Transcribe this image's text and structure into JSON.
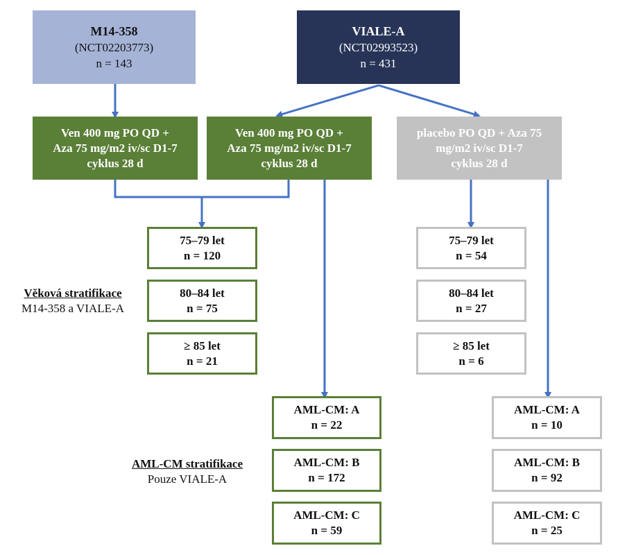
{
  "studies": {
    "m14": {
      "title": "M14-358",
      "id": "(NCT02203773)",
      "n": "n = 143"
    },
    "viale": {
      "title": "VIALE-A",
      "id": "(NCT02993523)",
      "n": "n = 431"
    }
  },
  "arms": {
    "ven_m14": {
      "line1": "Ven 400 mg PO QD +",
      "line2": "Aza 75 mg/m2 iv/sc D1-7",
      "line3": "cyklus 28 d"
    },
    "ven_viale": {
      "line1": "Ven 400 mg PO QD +",
      "line2": "Aza 75 mg/m2 iv/sc D1-7",
      "line3": "cyklus 28 d"
    },
    "placebo": {
      "line1": "placebo PO QD + Aza 75",
      "line2": "mg/m2 iv/sc D1-7",
      "line3": "cyklus 28 d"
    }
  },
  "age_labels": {
    "title": "Věková stratifikace",
    "subtitle": "M14-358 a VIALE-A"
  },
  "amlcm_labels": {
    "title": "AML-CM stratifikace",
    "subtitle": "Pouze VIALE-A"
  },
  "age_ven": [
    {
      "group": "75–79 let",
      "n": "n = 120"
    },
    {
      "group": "80–84 let",
      "n": "n = 75"
    },
    {
      "group": "≥ 85 let",
      "n": "n = 21"
    }
  ],
  "age_placebo": [
    {
      "group": "75–79 let",
      "n": "n = 54"
    },
    {
      "group": "80–84 let",
      "n": "n = 27"
    },
    {
      "group": "≥ 85 let",
      "n": "n = 6"
    }
  ],
  "amlcm_ven": [
    {
      "group": "AML-CM: A",
      "n": "n = 22"
    },
    {
      "group": "AML-CM: B",
      "n": "n = 172"
    },
    {
      "group": "AML-CM: C",
      "n": "n = 59"
    }
  ],
  "amlcm_placebo": [
    {
      "group": "AML-CM: A",
      "n": "n = 10"
    },
    {
      "group": "AML-CM: B",
      "n": "n = 92"
    },
    {
      "group": "AML-CM: C",
      "n": "n = 25"
    }
  ],
  "colors": {
    "arrow": "#4472c4",
    "green": "#5a7f37",
    "grey": "#c2c2c2",
    "navy": "#283457",
    "light_blue": "#a5b3d7"
  }
}
